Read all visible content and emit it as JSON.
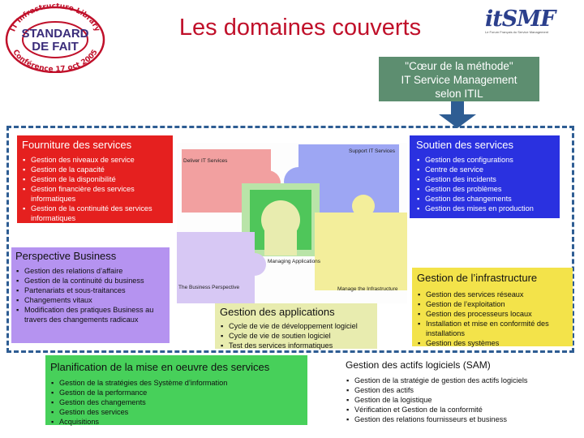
{
  "header": {
    "title": "Les domaines couverts",
    "seal": {
      "ring_top": "IT Infrastructure Library",
      "center_line1": "STANDARD",
      "center_line2": "DE FAIT",
      "ring_bottom": "Conférence 17 oct 2005"
    },
    "logo": {
      "it": "it",
      "smf": "SMF",
      "tagline": "Le Forum Français du Service Management"
    }
  },
  "coeur": {
    "line1": "\"Cœur de la méthode\"",
    "line2": "IT Service Management",
    "line3": "selon ITIL"
  },
  "fourniture": {
    "title": "Fourniture des services",
    "items": [
      "Gestion des niveaux de service",
      "Gestion de la capacité",
      "Gestion de la disponibilité",
      "Gestion financière des services informatiques",
      "Gestion de la continuité des services informatiques"
    ]
  },
  "soutien": {
    "title": "Soutien des services",
    "items": [
      "Gestion des configurations",
      "Centre de service",
      "Gestion des incidents",
      "Gestion des problèmes",
      "Gestion des changements",
      "Gestion des mises en production"
    ]
  },
  "perspective": {
    "title": "Perspective Business",
    "items": [
      "Gestion des relations d’affaire",
      "Gestion de la continuité du business",
      "Partenariats et sous-traitances",
      "Changements vitaux",
      "Modification des pratiques Business au travers des changements radicaux"
    ]
  },
  "infrastructure": {
    "title": "Gestion de l’infrastructure",
    "items": [
      "Gestion des services réseaux",
      "Gestion de l’exploitation",
      "Gestion des processeurs locaux",
      "Installation et mise en conformité des installations",
      "Gestion des systèmes"
    ]
  },
  "applications": {
    "title": "Gestion des applications",
    "items": [
      "Cycle de vie de développement logiciel",
      "Cycle de vie de soutien logiciel",
      "Test  des services informatiques"
    ]
  },
  "planification": {
    "title": "Planification de la mise en oeuvre des services",
    "items": [
      "Gestion de la stratégies des Système d’information",
      "Gestion de la performance",
      "Gestion des changements",
      "Gestion des services",
      "Acquisitions"
    ]
  },
  "sam": {
    "title": "Gestion des actifs logiciels (SAM)",
    "items": [
      "Gestion de la stratégie de gestion des actifs logiciels",
      "Gestion des actifs",
      "Gestion  de la logistique",
      "Vérification et Gestion de la  conformité",
      "Gestion des relations fournisseurs et business"
    ]
  },
  "puzzle": {
    "deliver": "Deliver IT Services",
    "support": "Support IT Services",
    "managing": "Managing Applications",
    "business": "The Business Perspective",
    "infra": "Manage the Infrastructure"
  },
  "colors": {
    "title": "#c0102a",
    "fourniture": "#e5201f",
    "soutien": "#2a31e0",
    "perspective": "#b593f0",
    "infrastructure": "#f3e34a",
    "applications": "#e8ecaf",
    "planification": "#47d05a",
    "coeur": "#5d8e70",
    "dashed": "#2e5d93"
  }
}
